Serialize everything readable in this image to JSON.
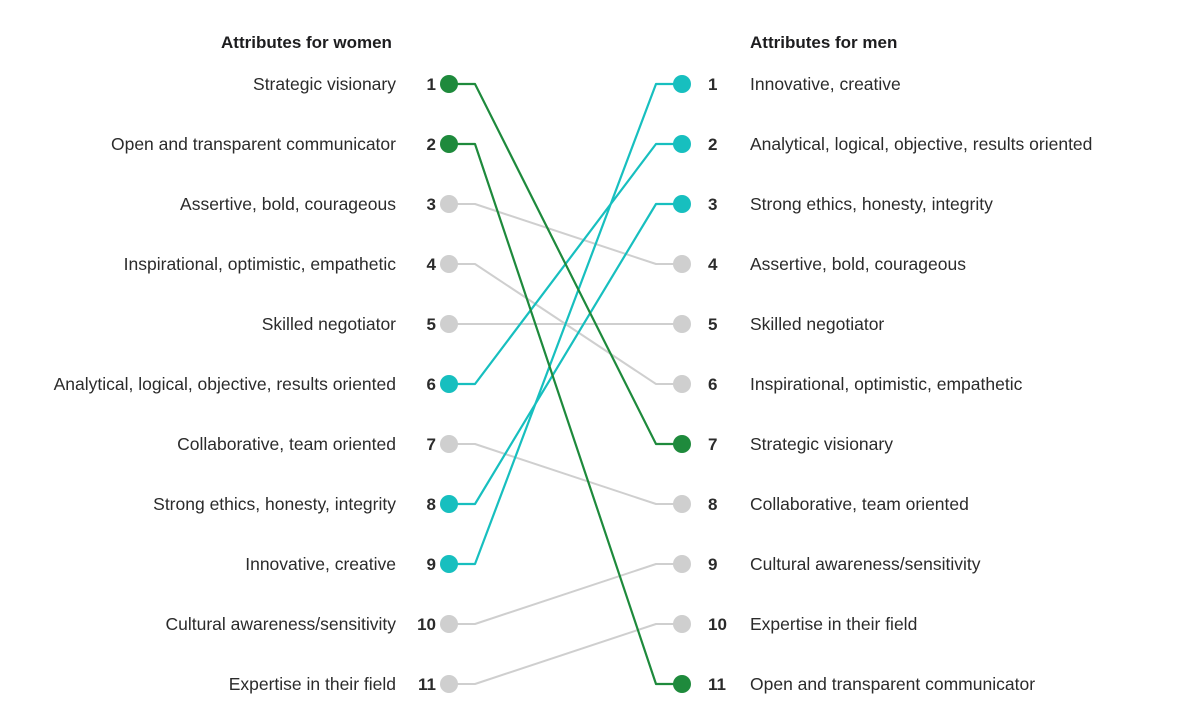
{
  "chart_data": {
    "type": "slope",
    "left_title": "Attributes for women",
    "right_title": "Attributes for men",
    "colors": {
      "green": "#1e8a3c",
      "teal": "#17bfbf",
      "gray": "#cfcfcf"
    },
    "left": [
      {
        "rank": 1,
        "label": "Strategic visionary"
      },
      {
        "rank": 2,
        "label": "Open and transparent communicator"
      },
      {
        "rank": 3,
        "label": "Assertive, bold, courageous"
      },
      {
        "rank": 4,
        "label": "Inspirational, optimistic, empathetic"
      },
      {
        "rank": 5,
        "label": "Skilled negotiator"
      },
      {
        "rank": 6,
        "label": "Analytical, logical, objective, results oriented"
      },
      {
        "rank": 7,
        "label": "Collaborative, team oriented"
      },
      {
        "rank": 8,
        "label": "Strong ethics, honesty, integrity"
      },
      {
        "rank": 9,
        "label": "Innovative, creative"
      },
      {
        "rank": 10,
        "label": "Cultural awareness/sensitivity"
      },
      {
        "rank": 11,
        "label": "Expertise in their field"
      }
    ],
    "right": [
      {
        "rank": 1,
        "label": "Innovative, creative"
      },
      {
        "rank": 2,
        "label": "Analytical, logical, objective, results oriented"
      },
      {
        "rank": 3,
        "label": "Strong ethics, honesty, integrity"
      },
      {
        "rank": 4,
        "label": "Assertive, bold, courageous"
      },
      {
        "rank": 5,
        "label": "Skilled negotiator"
      },
      {
        "rank": 6,
        "label": "Inspirational, optimistic, empathetic"
      },
      {
        "rank": 7,
        "label": "Strategic visionary"
      },
      {
        "rank": 8,
        "label": "Collaborative, team oriented"
      },
      {
        "rank": 9,
        "label": "Cultural awareness/sensitivity"
      },
      {
        "rank": 10,
        "label": "Expertise in their field"
      },
      {
        "rank": 11,
        "label": "Open and transparent communicator"
      }
    ],
    "links": [
      {
        "attribute": "Strategic visionary",
        "women_rank": 1,
        "men_rank": 7,
        "color": "green"
      },
      {
        "attribute": "Open and transparent communicator",
        "women_rank": 2,
        "men_rank": 11,
        "color": "green"
      },
      {
        "attribute": "Assertive, bold, courageous",
        "women_rank": 3,
        "men_rank": 4,
        "color": "gray"
      },
      {
        "attribute": "Inspirational, optimistic, empathetic",
        "women_rank": 4,
        "men_rank": 6,
        "color": "gray"
      },
      {
        "attribute": "Skilled negotiator",
        "women_rank": 5,
        "men_rank": 5,
        "color": "gray"
      },
      {
        "attribute": "Analytical, logical, objective, results oriented",
        "women_rank": 6,
        "men_rank": 2,
        "color": "teal"
      },
      {
        "attribute": "Collaborative, team oriented",
        "women_rank": 7,
        "men_rank": 8,
        "color": "gray"
      },
      {
        "attribute": "Strong ethics, honesty, integrity",
        "women_rank": 8,
        "men_rank": 3,
        "color": "teal"
      },
      {
        "attribute": "Innovative, creative",
        "women_rank": 9,
        "men_rank": 1,
        "color": "teal"
      },
      {
        "attribute": "Cultural awareness/sensitivity",
        "women_rank": 10,
        "men_rank": 9,
        "color": "gray"
      },
      {
        "attribute": "Expertise in their field",
        "women_rank": 11,
        "men_rank": 10,
        "color": "gray"
      }
    ]
  }
}
